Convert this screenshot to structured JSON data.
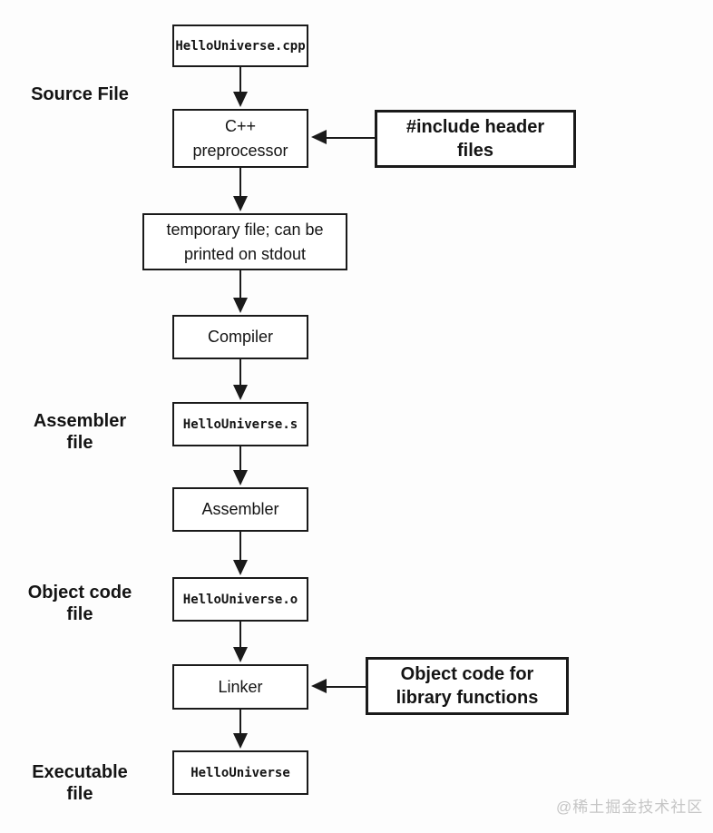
{
  "diagram": {
    "type": "flowchart",
    "subject": "C++ compilation pipeline",
    "nodes": {
      "source_file": "HelloUniverse.cpp",
      "preprocessor": "C++\npreprocessor",
      "include_headers": "#include header\nfiles",
      "temp_file": "temporary file; can be\nprinted on stdout",
      "compiler": "Compiler",
      "assembly_file": "HelloUniverse.s",
      "assembler": "Assembler",
      "object_file": "HelloUniverse.o",
      "linker": "Linker",
      "library_objects": "Object code for\nlibrary functions",
      "executable": "HelloUniverse"
    },
    "stage_labels": {
      "source": "Source File",
      "assembler": "Assembler\nfile",
      "object_code": "Object code\nfile",
      "executable": "Executable\nfile"
    },
    "edges": [
      "source_file -> preprocessor",
      "include_headers -> preprocessor",
      "preprocessor -> temp_file",
      "temp_file -> compiler",
      "compiler -> assembly_file",
      "assembly_file -> assembler",
      "assembler -> object_file",
      "object_file -> linker",
      "library_objects -> linker",
      "linker -> executable"
    ],
    "colors": {
      "line": "#1a1a1a",
      "box_bg": "#ffffff",
      "page_bg": "#fdfdfd",
      "watermark": "#c5c5c5"
    },
    "watermark": "@稀土掘金技术社区"
  }
}
